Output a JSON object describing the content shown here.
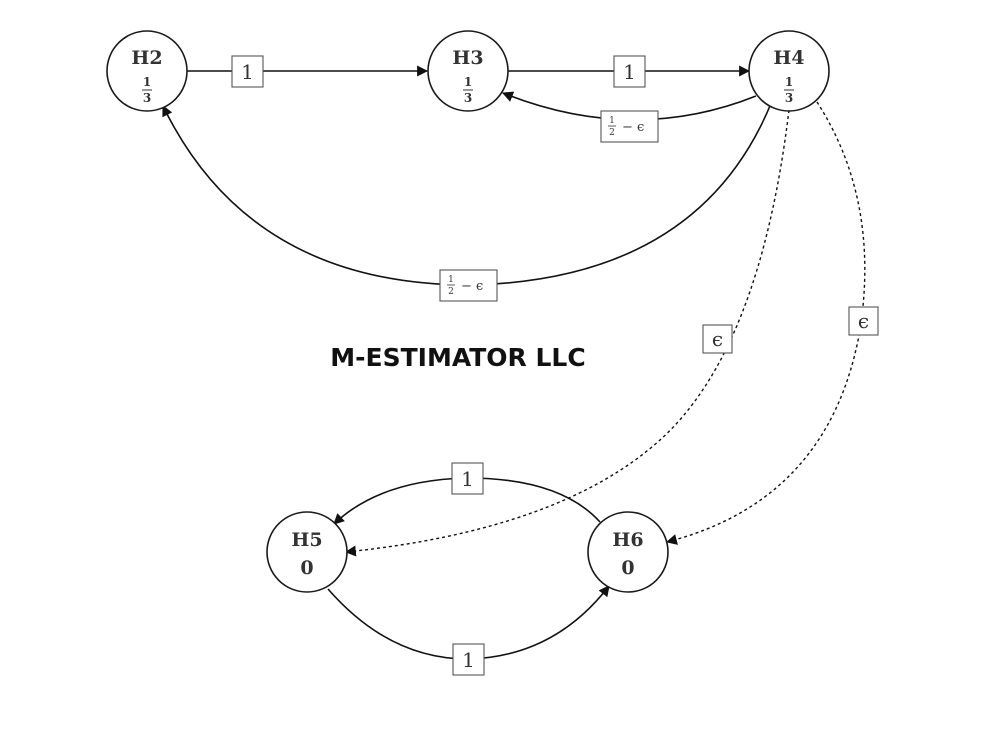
{
  "watermark": "M-ESTIMATOR LLC",
  "nodes": {
    "h2": {
      "name": "H2",
      "num": "1",
      "den": "3"
    },
    "h3": {
      "name": "H3",
      "num": "1",
      "den": "3"
    },
    "h4": {
      "name": "H4",
      "num": "1",
      "den": "3"
    },
    "h5": {
      "name": "H5",
      "value": "0"
    },
    "h6": {
      "name": "H6",
      "value": "0"
    }
  },
  "edges": {
    "h2_h3": {
      "weight": "1"
    },
    "h3_h4": {
      "weight": "1"
    },
    "h4_h3": {
      "num": "1",
      "den": "2",
      "rest": "− ϵ"
    },
    "h4_h2": {
      "num": "1",
      "den": "2",
      "rest": "− ϵ"
    },
    "h4_h5": {
      "weight": "ϵ"
    },
    "h4_h6": {
      "weight": "ϵ"
    },
    "h6_h5": {
      "weight": "1"
    },
    "h5_h6": {
      "weight": "1"
    }
  }
}
